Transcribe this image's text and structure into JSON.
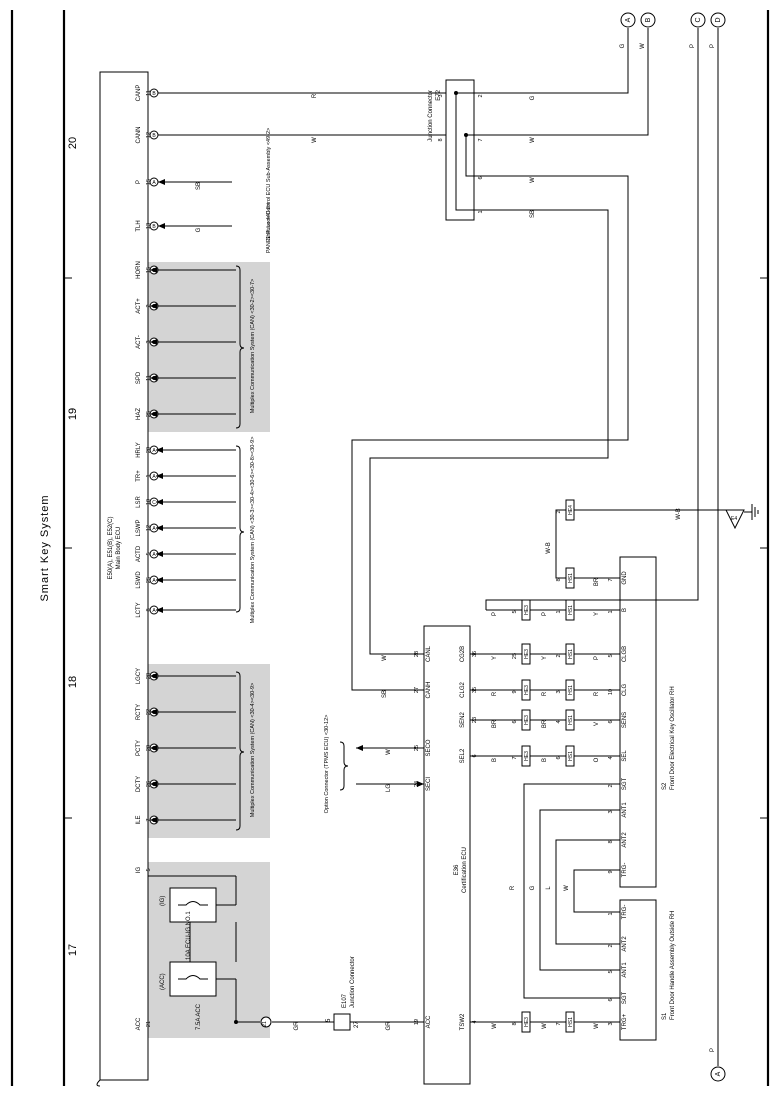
{
  "title": "Smart Key System",
  "page_numbers": [
    "17",
    "18",
    "19",
    "20"
  ],
  "ecu_main": {
    "name": "Main Body ECU",
    "code": "E50(A), E51(B), E52(C)"
  },
  "ecu_cert": {
    "name": "Certification ECU",
    "code": "E36"
  },
  "junction_e72": {
    "code": "E72",
    "name": "Junction Connector"
  },
  "junction_e107": {
    "code": "E107",
    "name": "Junction Connector",
    "pins": [
      "5",
      "27"
    ]
  },
  "ground": "E4",
  "off_page": [
    "A",
    "B",
    "C",
    "D"
  ],
  "mux_groups": [
    "Multiplex Communication System (CAN) <30-2><30-7>",
    "Multiplex Communication System (CAN) <30-3><30-4><30-6><30-8><30-9>",
    "Multiplex Communication System (CAN) <30-4><30-9>"
  ],
  "main_pins": [
    {
      "name": "CANP",
      "num": "11",
      "conn": "B"
    },
    {
      "name": "CANN",
      "num": "12",
      "conn": "B"
    },
    {
      "name": "P",
      "num": "15",
      "conn": "A"
    },
    {
      "name": "TLH",
      "num": "13",
      "conn": "B"
    },
    {
      "name": "HORN",
      "num": "15",
      "conn": "B"
    },
    {
      "name": "ACT+",
      "num": "2",
      "conn": "B"
    },
    {
      "name": "ACT-",
      "num": "3",
      "conn": "B"
    },
    {
      "name": "SPD",
      "num": "11",
      "conn": "B"
    },
    {
      "name": "HAZ",
      "num": "25",
      "conn": "B"
    },
    {
      "name": "HRLY",
      "num": "20",
      "conn": "A"
    },
    {
      "name": "TR+",
      "num": "1",
      "conn": "A"
    },
    {
      "name": "LSR",
      "num": "10",
      "conn": "C"
    },
    {
      "name": "LSWP",
      "num": "12",
      "conn": "A"
    },
    {
      "name": "ACTD",
      "num": "5",
      "conn": "A"
    },
    {
      "name": "LSWD",
      "num": "25",
      "conn": "A"
    },
    {
      "name": "LCTY",
      "num": "8",
      "conn": "A"
    },
    {
      "name": "LGCY",
      "num": "28",
      "conn": "B"
    },
    {
      "name": "RCTY",
      "num": "22",
      "conn": "B"
    },
    {
      "name": "PCTY",
      "num": "20",
      "conn": "B"
    },
    {
      "name": "DCTY",
      "num": "26",
      "conn": "B"
    },
    {
      "name": "ILE",
      "num": "7",
      "conn": "B"
    },
    {
      "name": "IG",
      "num": "5",
      "conn": ""
    },
    {
      "name": "ACC",
      "num": "21",
      "conn": ""
    }
  ],
  "refs": [
    {
      "text": "Shift Lock Control ECU Sub-Assembly <49-2>",
      "wire": "SB"
    },
    {
      "text": "PANEL Fuse <40-8>",
      "wire": "G"
    }
  ],
  "option_connector": "Option Connector (TPMS ECU) <30-12>",
  "fuses": [
    {
      "label": "7.5A ACC",
      "tag": "(ACC)"
    },
    {
      "label": "10A ECU-IG NO.1",
      "tag": "(IG)"
    }
  ],
  "cert_pins_right": [
    {
      "name": "CANL",
      "num": "28",
      "wire": "W"
    },
    {
      "name": "CANH",
      "num": "27",
      "wire": "SB"
    },
    {
      "name": "SECO",
      "num": "25",
      "wire": "W"
    },
    {
      "name": "SECI",
      "num": "24",
      "wire": "LG"
    },
    {
      "name": "ACC",
      "num": "19",
      "wire": "GR"
    }
  ],
  "cert_pins_left": [
    {
      "name": "CG2B",
      "num": "36"
    },
    {
      "name": "CLG2",
      "num": "35"
    },
    {
      "name": "SEN2",
      "num": "23"
    },
    {
      "name": "SEL2",
      "num": "6"
    },
    {
      "name": "TSW2",
      "num": "4"
    }
  ],
  "s2": {
    "code": "S2",
    "name": "Front Door Electrical Key Oscillator RH",
    "pins": [
      {
        "name": "GND",
        "num": "7"
      },
      {
        "name": "B",
        "num": "8"
      },
      {
        "name": "CLGB",
        "num": "5"
      },
      {
        "name": "CLG",
        "num": "10"
      },
      {
        "name": "SENS",
        "num": "6"
      },
      {
        "name": "SEL",
        "num": "4"
      },
      {
        "name": "SGT",
        "num": "2"
      },
      {
        "name": "ANT1",
        "num": "3"
      },
      {
        "name": "ANT2",
        "num": "8"
      },
      {
        "name": "TRG-",
        "num": "9"
      }
    ]
  },
  "s1": {
    "code": "S1",
    "name": "Front Door Handle Assembly Outside RH",
    "pins": [
      {
        "name": "TRG-",
        "num": "1"
      },
      {
        "name": "ANT2",
        "num": "2"
      },
      {
        "name": "ANT1",
        "num": "5"
      },
      {
        "name": "SGT",
        "num": "6"
      },
      {
        "name": "TRG+",
        "num": "3"
      }
    ]
  },
  "connectors": [
    "HE3",
    "HS1",
    "HE4"
  ],
  "wire_colors": {
    "canp": "R",
    "cann": "W",
    "A": "G",
    "B": "W",
    "C": "P",
    "D": "P",
    "gnd": "W-B",
    "gnd_s2": "BR",
    "b_s2": "Y",
    "clgb": "P",
    "clg": "R",
    "sens": "V",
    "sel": "O",
    "b_cert": "P",
    "cg2b": "Y",
    "clg2": "R",
    "sen2": "BR",
    "sel2": "B",
    "tsw2": "W",
    "s1_sgt": "R",
    "s1_ant1": "G",
    "s1_ant2": "L",
    "s1_trg": "W"
  }
}
